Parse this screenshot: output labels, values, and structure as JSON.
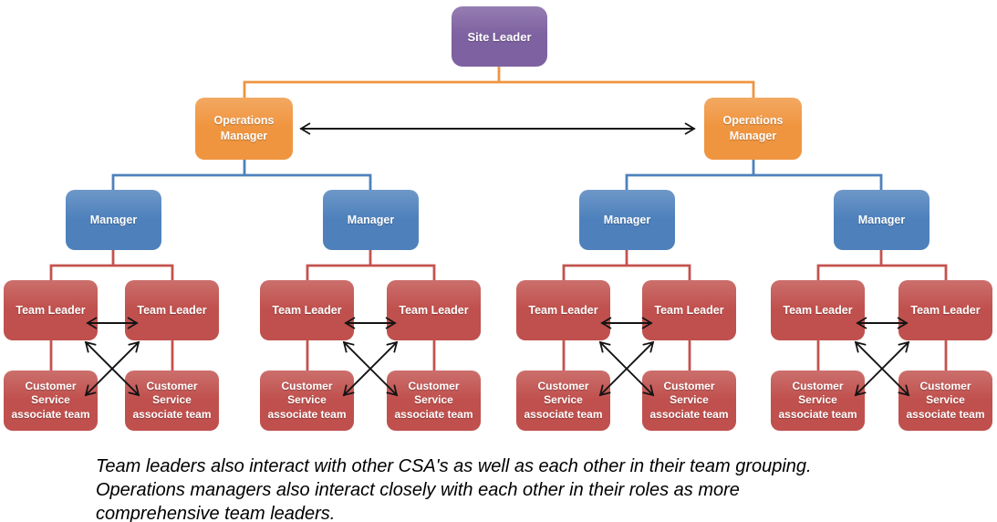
{
  "diagram": {
    "nodes": {
      "site_leader": "Site Leader",
      "operations_manager": "Operations Manager",
      "manager": "Manager",
      "team_leader": "Team Leader",
      "csa_team": "Customer Service associate team"
    },
    "counts": {
      "site_leaders": 1,
      "operations_managers": 2,
      "managers": 4,
      "team_leaders": 8,
      "csa_teams": 8
    },
    "colors": {
      "site_leader_box": "#7E61A0",
      "operations_manager_box": "#F0953F",
      "manager_box": "#4E81BC",
      "team_leader_box": "#C0504D",
      "csa_team_box": "#C0504D",
      "level1_connector": "#ED9542",
      "level2_connector": "#4E81BC",
      "level3_connector": "#C4524E",
      "interaction_arrow": "#141414"
    }
  },
  "caption": {
    "lines": [
      "Team leaders also interact with other CSA's as well as each other in their team grouping.",
      "Operations managers also interact closely with each other in their roles as more",
      "comprehensive team leaders."
    ]
  }
}
